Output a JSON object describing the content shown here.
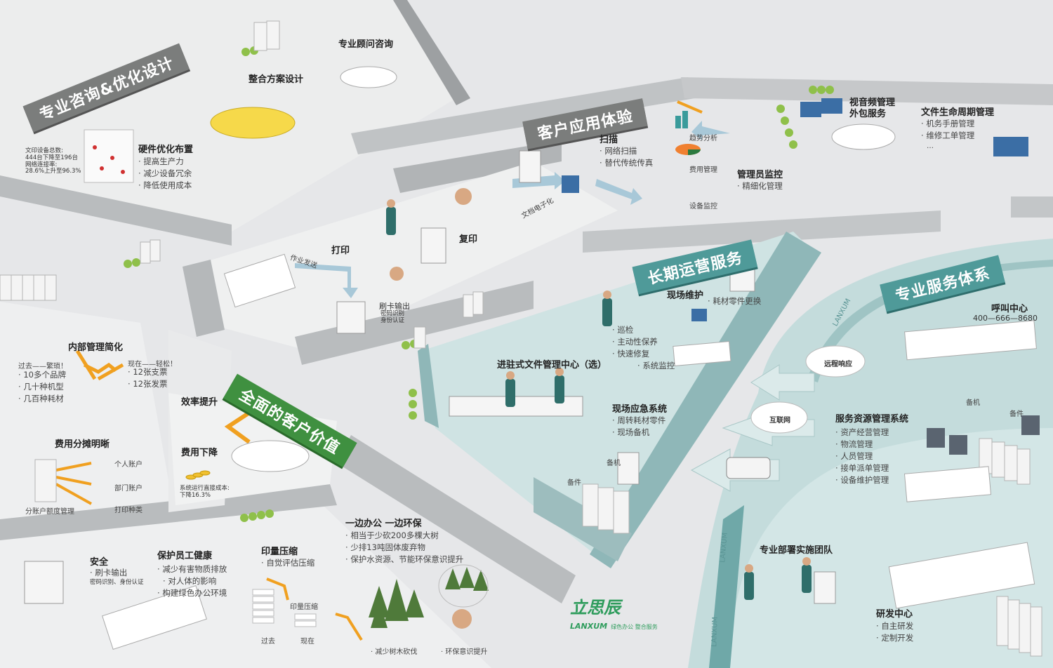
{
  "banners": {
    "consult": "专业咨询&优化设计",
    "experience": "客户应用体验",
    "operation": "长期运营服务",
    "service_system": "专业服务体系",
    "customer_value": "全面的客户价值"
  },
  "consult": {
    "advisory": "专业顾问咨询",
    "solution_design": "整合方案设计",
    "hardware_title": "硬件优化布置",
    "hardware_items": [
      "提高生产力",
      "减少设备冗余",
      "降低使用成本"
    ],
    "stats": [
      "文印设备总数:",
      "444台下降至196台",
      "网络连接率:",
      "28.6%上升至96.3%"
    ]
  },
  "experience": {
    "scan_title": "扫描",
    "scan_items": [
      "网络扫描",
      "替代传统传真"
    ],
    "trend": "趋势分析",
    "cost_mgmt": "费用管理",
    "device_monitor": "设备监控",
    "admin_title": "管理员监控",
    "admin_items": [
      "精细化管理"
    ],
    "doc_digital": "文档电子化",
    "copy": "复印",
    "print": "打印",
    "job_send": "作业发送",
    "card_output": "刷卡输出",
    "card_note": [
      "密码识别",
      "身份认证"
    ],
    "av_title": [
      "视音频管理",
      "外包服务"
    ],
    "lifecycle_title": "文件生命周期管理",
    "lifecycle_items": [
      "机务手册管理",
      "维修工单管理"
    ],
    "lifecycle_more": "…"
  },
  "operation": {
    "onsite_title": "现场维护",
    "onsite_items": [
      "耗材零件更换"
    ],
    "patrol_items": [
      "巡检",
      "主动性保养",
      "快速修复",
      "系统监控"
    ],
    "resident_title": "进驻式文件管理中心（选）",
    "emergency_title": "现场应急系统",
    "emergency_items": [
      "周转耗材零件",
      "现场备机"
    ],
    "spare_machine": "备机",
    "spare_parts": "备件"
  },
  "service_system": {
    "call_center": "呼叫中心",
    "phone": "400—666—8680",
    "remote": "远程响应",
    "internet": "互联网",
    "resource_title": "服务资源管理系统",
    "resource_items": [
      "资产经营管理",
      "物流管理",
      "人员管理",
      "接单派单管理",
      "设备维护管理"
    ],
    "spare_machine": "备机",
    "spare_parts": "备件",
    "deploy_team": "专业部署实施团队",
    "rd_title": "研发中心",
    "rd_items": [
      "自主研发",
      "定制开发"
    ],
    "watermark": "LANXUM"
  },
  "value": {
    "internal_title": "内部管理简化",
    "past": "过去——繁琐！",
    "now": "现在——轻松！",
    "past_items": [
      "10多个品牌",
      "几十种机型",
      "几百种耗材"
    ],
    "now_items": [
      "12张支票",
      "12张发票"
    ],
    "efficiency": "效率提升",
    "cost_down": "费用下降",
    "cost_note": [
      "系统运行直接成本:",
      "下降16.3%"
    ],
    "allocation_title": "费用分摊明晰",
    "personal": "个人账户",
    "dept": "部门账户",
    "print_type": "打印种类",
    "quota": "分账户额度管理"
  },
  "green": {
    "security_title": "安全",
    "security_items": [
      "刷卡输出"
    ],
    "security_note": "密码识别、身份认证",
    "health_title": "保护员工健康",
    "health_items": [
      "减少有害物质排放",
      "对人体的影响",
      "构建绿色办公环境"
    ],
    "compress_title": "印量压缩",
    "compress_items": [
      "自觉评估压缩"
    ],
    "compress_label": "印量压缩",
    "past": "过去",
    "now": "现在",
    "eco_title": "一边办公  一边环保",
    "eco_items": [
      "相当于少砍200多棵大树",
      "少排13吨固体废弃物",
      "保护水资源、节能环保意识提升"
    ],
    "trees": "减少树木砍伐",
    "awareness": "环保意识提升"
  },
  "logo": {
    "cn": "立思辰",
    "en": "LANXUM",
    "tagline": "绿色办公  整合服务"
  },
  "colors": {
    "gray_banner": "#7b7d7c",
    "teal_banner": "#4f9a99",
    "green_banner": "#3f9040",
    "brand": "#2e9c5c",
    "orange_arrow": "#f0a020",
    "teal_area": "#c9dfe0"
  }
}
